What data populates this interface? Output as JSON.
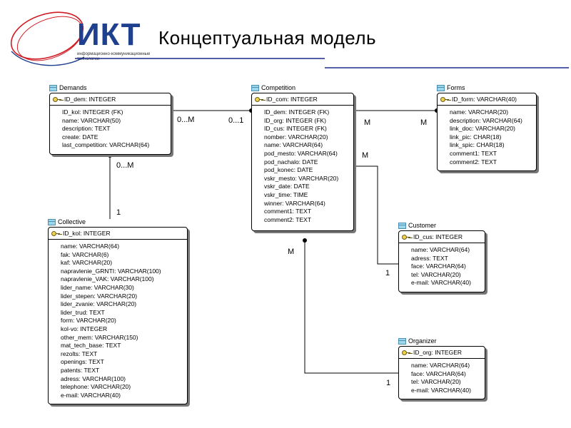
{
  "logo": {
    "text": "ИКТ",
    "subtitle_line1": "информационно-коммуникационные",
    "subtitle_line2": "технологии"
  },
  "page_title": "Концептуальная модель",
  "entities": {
    "demands": {
      "title": "Demands",
      "pk": "ID_dem: INTEGER",
      "attrs": [
        "ID_kol: INTEGER (FK)",
        "name: VARCHAR(50)",
        "description: TEXT",
        "create: DATE",
        "last_competition: VARCHAR(64)"
      ]
    },
    "competition": {
      "title": "Competition",
      "pk": "ID_com: INTEGER",
      "attrs": [
        "ID_dem: INTEGER (FK)",
        "ID_org: INTEGER (FK)",
        "ID_cus: INTEGER (FK)",
        "nomber: VARCHAR(20)",
        "name: VARCHAR(64)",
        "pod_mesto: VARCHAR(64)",
        "pod_nachalo: DATE",
        "pod_konec: DATE",
        "vskr_mesto: VARCHAR(20)",
        "vskr_date: DATE",
        "vskr_time: TIME",
        "winner: VARCHAR(64)",
        "comment1: TEXT",
        "comment2: TEXT"
      ]
    },
    "forms": {
      "title": "Forms",
      "pk": "ID_form: VARCHAR(40)",
      "attrs": [
        "name: VARCHAR(20)",
        "description: VARCHAR(64)",
        "link_doc: VARCHAR(20)",
        "link_pic: CHAR(18)",
        "link_spic: CHAR(18)",
        "comment1: TEXT",
        "comment2: TEXT"
      ]
    },
    "collective": {
      "title": "Collective",
      "pk": "ID_kol: INTEGER",
      "attrs": [
        "name: VARCHAR(64)",
        "fak: VARCHAR(6)",
        "kaf: VARCHAR(20)",
        "napravlenie_GRNTI: VARCHAR(100)",
        "napravlenie_VAK: VARCHAR(100)",
        "lider_name: VARCHAR(30)",
        "lider_stepen: VARCHAR(20)",
        "lider_zvanie: VARCHAR(20)",
        "lider_trud: TEXT",
        "form: VARCHAR(20)",
        "kol-vo: INTEGER",
        "other_mem: VARCHAR(150)",
        "mat_tech_base: TEXT",
        "rezolts: TEXT",
        "openings: TEXT",
        "patents: TEXT",
        "adress: VARCHAR(100)",
        "telephone: VARCHAR(20)",
        "e-mail: VARCHAR(40)"
      ]
    },
    "customer": {
      "title": "Customer",
      "pk": "ID_cus: INTEGER",
      "attrs": [
        "name: VARCHAR(64)",
        "adress: TEXT",
        "face: VARCHAR(64)",
        "tel: VARCHAR(20)",
        "e-mail: VARCHAR(40)"
      ]
    },
    "organizer": {
      "title": "Organizer",
      "pk": "ID_org: INTEGER",
      "attrs": [
        "name: VARCHAR(64)",
        "face: VARCHAR(64)",
        "tel: VARCHAR(20)",
        "e-mail: VARCHAR(40)"
      ]
    }
  },
  "cardinalities": {
    "demands_comp_left": "0...M",
    "demands_comp_right": "0...1",
    "comp_forms_left": "M",
    "comp_forms_right": "M",
    "comp_customer_m": "M",
    "customer_one": "1",
    "demands_collective_m": "0...M",
    "demands_collective_one": "1",
    "comp_organizer_m": "M",
    "organizer_one": "1"
  },
  "colors": {
    "logo_red": "#d01c24",
    "logo_blue": "#1f3f8f",
    "rule_blue": "#1a2a8a",
    "shadow": "#777777"
  }
}
